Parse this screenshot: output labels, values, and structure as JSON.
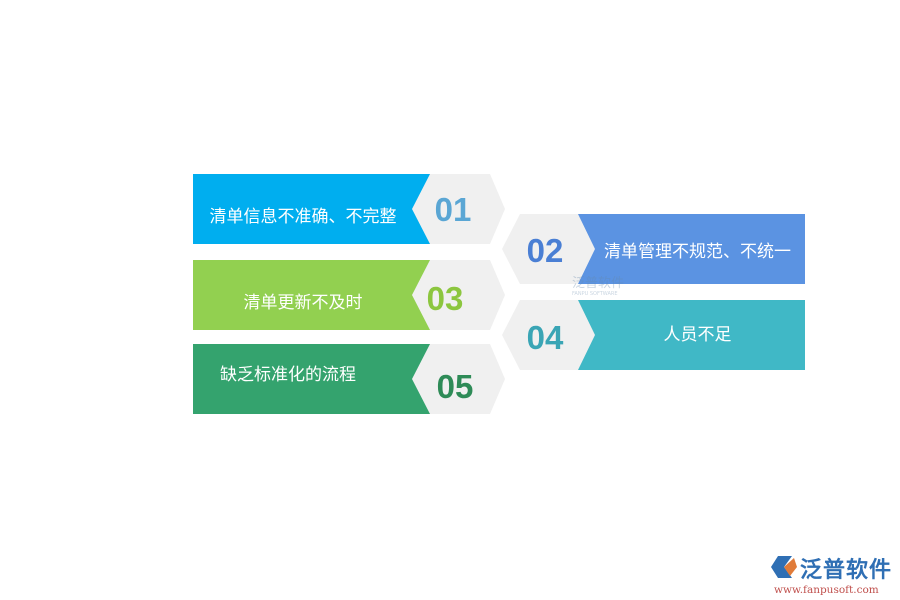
{
  "items": [
    {
      "num": "01",
      "label": "清单信息不准确、不完整",
      "color": "#00aeef",
      "num_color": "#5aa6d4"
    },
    {
      "num": "02",
      "label": "清单管理不规范、不统一",
      "color": "#5b93e2",
      "num_color": "#4a7fd4"
    },
    {
      "num": "03",
      "label": "清单更新不及时",
      "color": "#92d050",
      "num_color": "#8cc63f"
    },
    {
      "num": "04",
      "label": "人员不足",
      "color": "#40b8c6",
      "num_color": "#3aa5b5"
    },
    {
      "num": "05",
      "label": "缺乏标准化的流程",
      "color": "#34a36e",
      "num_color": "#2e8b57"
    }
  ],
  "watermark": {
    "name": "泛普软件",
    "sub": "FANPU SOFTWARE"
  },
  "logo": {
    "name": "泛普软件",
    "url": "www.fanpusoft.com"
  }
}
